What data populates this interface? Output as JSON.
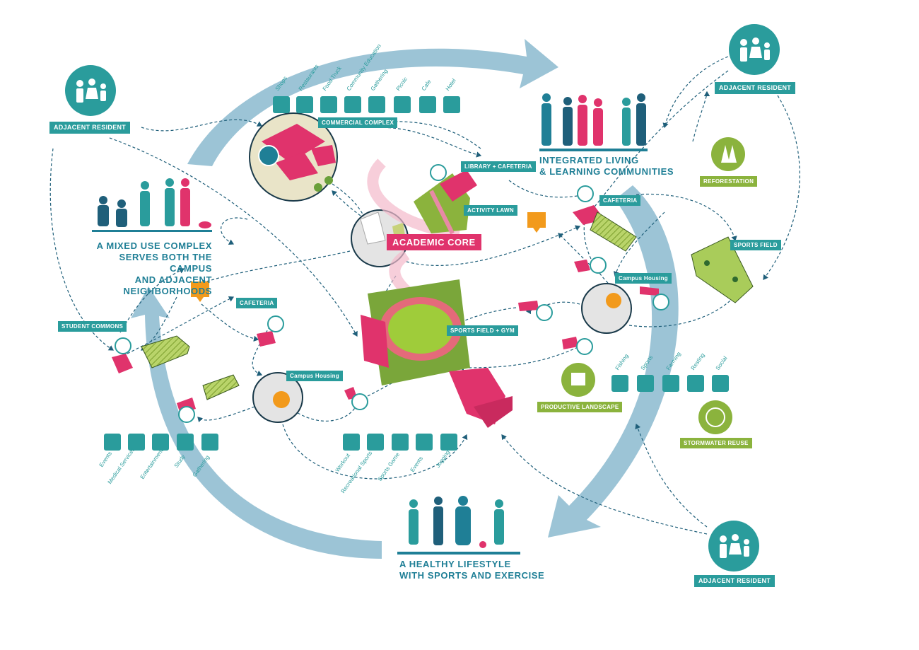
{
  "headlines": {
    "mixed_use": [
      "A MIXED USE COMPLEX",
      "SERVES BOTH THE CAMPUS",
      "AND ADJACENT NEIGHBORHOODS"
    ],
    "living": [
      "INTEGRATED LIVING",
      "& LEARNING COMMUNITIES"
    ],
    "healthy": [
      "A HEALTHY LIFESTYLE",
      "WITH SPORTS AND EXERCISE"
    ]
  },
  "labels": {
    "adjacent_resident": "ADJACENT RESIDENT",
    "commercial_complex": "COMMERCIAL COMPLEX",
    "library_cafeteria": "LIBRARY + CAFETERIA",
    "activity_lawn": "ACTIVITY LAWN",
    "academic_core": "ACADEMIC CORE",
    "cafeteria_upper": "CAFETERIA",
    "cafeteria_left": "CAFETERIA",
    "sports_field": "SPORTS FIELD",
    "sports_field_gym": "SPORTS FIELD + GYM",
    "campus_housing_right": "Campus Housing",
    "campus_housing_left": "Campus Housing",
    "student_commons": "STUDENT COMMONS",
    "reforestation": "REFORESTATION",
    "productive_landscape": "PRODUCTIVE LANDSCAPE",
    "stormwater_reuse": "STORMWATER REUSE"
  },
  "commercial_icons": [
    "Shops",
    "Restaurants",
    "Food Truck",
    "Community Education",
    "Gathering",
    "Picnic",
    "Cafe",
    "Hotel"
  ],
  "landscape_icons": [
    "Fishing",
    "Sports",
    "Farming",
    "Resting",
    "Social"
  ],
  "commons_icons": [
    "Events",
    "Medical Services",
    "Entertainment",
    "Study",
    "Gathering"
  ],
  "sports_icons": [
    "Workout",
    "Recreational Sports",
    "Sports Game",
    "Events",
    "Jogging"
  ],
  "colors": {
    "teal": "#2a9c9c",
    "navy": "#1f7f96",
    "magenta": "#e0336c",
    "lime": "#8bb33d",
    "orange": "#f29a1c",
    "arrow": "#9cc4d6"
  }
}
